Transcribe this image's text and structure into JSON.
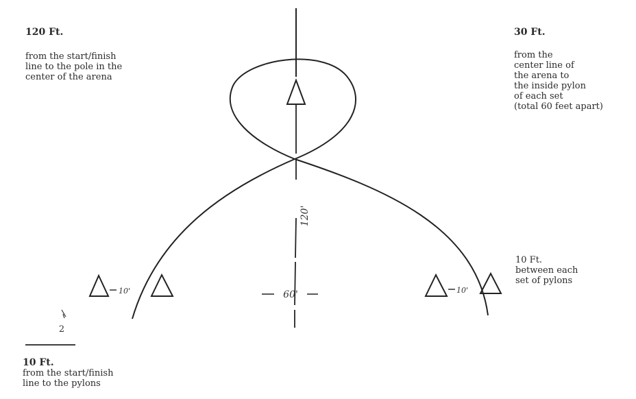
{
  "notes": {
    "pole": {
      "heading": "120 Ft.",
      "lines": [
        "from the start/finish",
        "line to the pole in the",
        "center of the arena"
      ]
    },
    "center": {
      "heading": "30 Ft.",
      "lines": [
        "from the",
        "center line of",
        "the arena to",
        "the inside pylon",
        "of each set",
        "(total 60 feet apart)"
      ]
    },
    "set_spacing": {
      "heading": "10 Ft.",
      "lines": [
        "between each",
        "set of pylons"
      ]
    },
    "start": {
      "heading": "10 Ft.",
      "lines": [
        "from the start/finish",
        "line to the pylons"
      ]
    }
  },
  "handwritten": {
    "center_distance": "120'",
    "set_width": "60'",
    "left_gap": "10'",
    "right_gap": "10'",
    "start_mark": "2"
  }
}
